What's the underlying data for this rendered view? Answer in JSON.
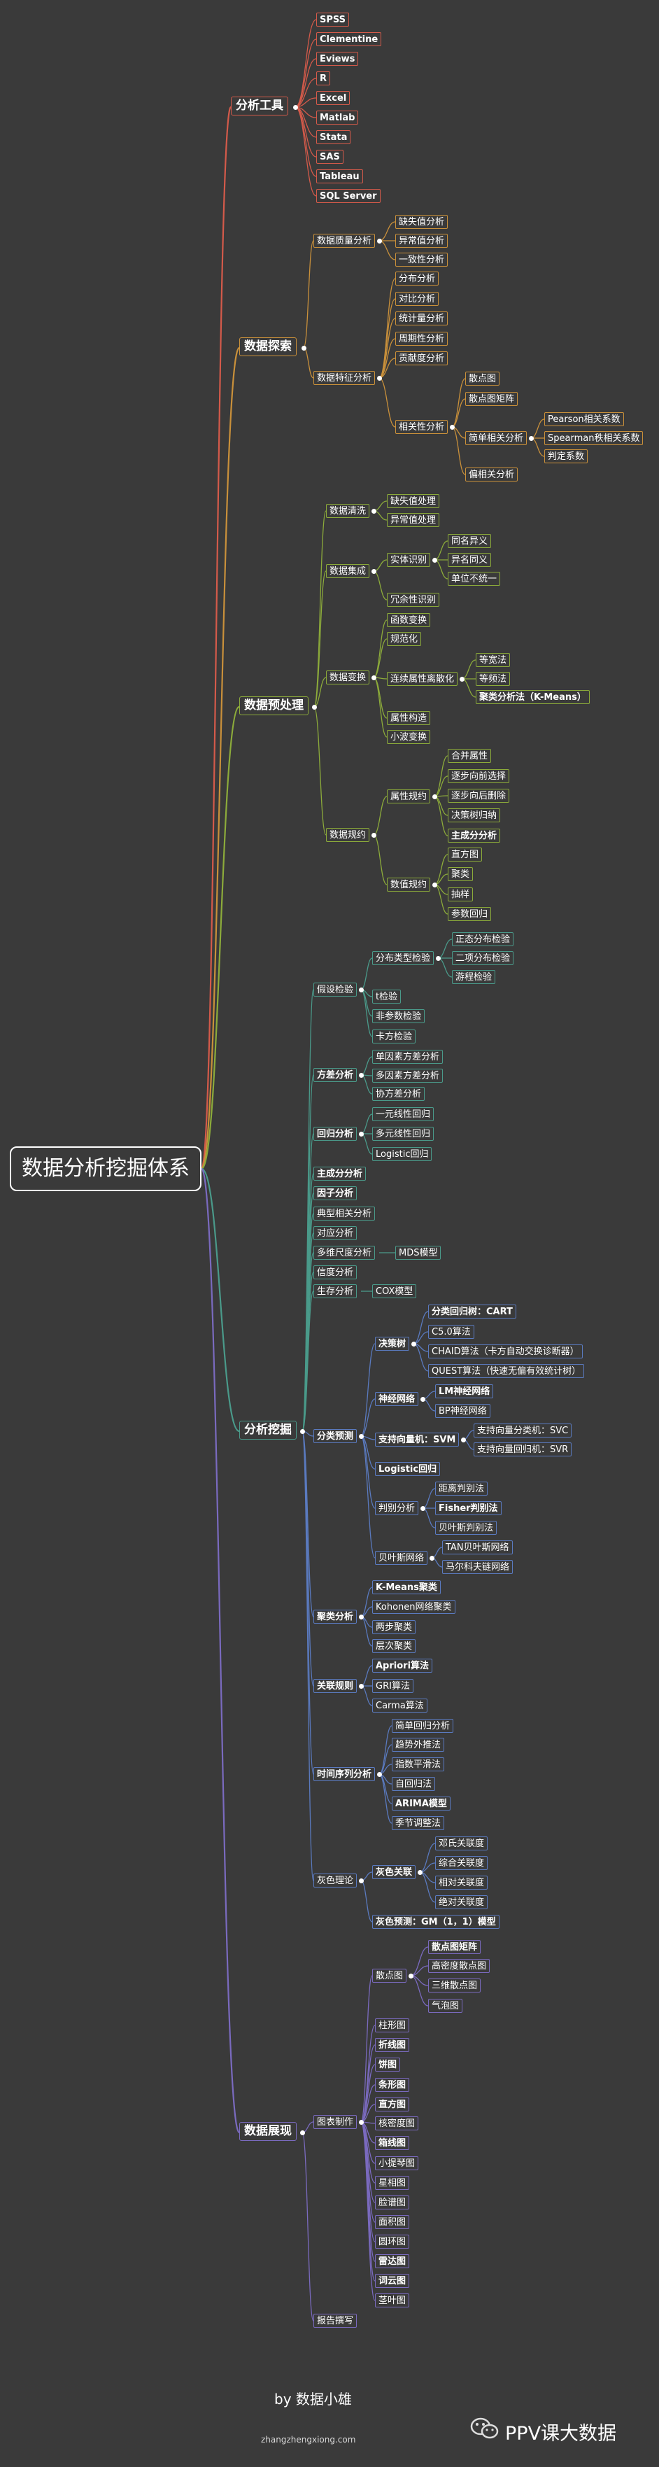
{
  "root": "数据分析挖掘体系",
  "colors": {
    "background": "#3a3a3a",
    "tools": "#d45a4a",
    "explore": "#c9903a",
    "prep": "#8cab3a",
    "mining": "#4a9a8a",
    "mining_lower": "#5a7abf",
    "display": "#7a6abf"
  },
  "tools": {
    "label": "分析工具",
    "items": [
      "SPSS",
      "Clementine",
      "Eviews",
      "R",
      "Excel",
      "Matlab",
      "Stata",
      "SAS",
      "Tableau",
      "SQL Server"
    ]
  },
  "explore": {
    "label": "数据探索",
    "quality": {
      "label": "数据质量分析",
      "items": [
        "缺失值分析",
        "异常值分析",
        "一致性分析"
      ]
    },
    "feature": {
      "label": "数据特征分析",
      "items": [
        "分布分析",
        "对比分析",
        "统计量分析",
        "周期性分析",
        "贡献度分析"
      ],
      "corr": {
        "label": "相关性分析",
        "scatter": "散点图",
        "matrix": "散点图矩阵",
        "simple": {
          "label": "简单相关分析",
          "items": [
            "Pearson相关系数",
            "Spearman秩相关系数",
            "判定系数"
          ]
        },
        "partial": "偏相关分析"
      }
    }
  },
  "prep": {
    "label": "数据预处理",
    "clean": {
      "label": "数据清洗",
      "items": [
        "缺失值处理",
        "异常值处理"
      ]
    },
    "integrate": {
      "label": "数据集成",
      "entity": {
        "label": "实体识别",
        "items": [
          "同名异义",
          "异名同义",
          "单位不统一"
        ]
      },
      "redundancy": "冗余性识别"
    },
    "transform": {
      "label": "数据变换",
      "items1": [
        "函数变换",
        "规范化"
      ],
      "discretize": {
        "label": "连续属性离散化",
        "items": [
          "等宽法",
          "等频法",
          "聚类分析法（K-Means）"
        ]
      },
      "items2": [
        "属性构造",
        "小波变换"
      ]
    },
    "reduce": {
      "label": "数据规约",
      "attr": {
        "label": "属性规约",
        "items": [
          "合并属性",
          "逐步向前选择",
          "逐步向后删除",
          "决策树归纳",
          "主成分分析"
        ]
      },
      "num": {
        "label": "数值规约",
        "items": [
          "直方图",
          "聚类",
          "抽样",
          "参数回归"
        ]
      }
    }
  },
  "mining": {
    "label": "分析挖掘",
    "hypothesis": {
      "label": "假设检验",
      "dist": {
        "label": "分布类型检验",
        "items": [
          "正态分布检验",
          "二项分布检验",
          "游程检验"
        ]
      },
      "items": [
        "t检验",
        "非参数检验",
        "卡方检验"
      ]
    },
    "anova": {
      "label": "方差分析",
      "items": [
        "单因素方差分析",
        "多因素方差分析",
        "协方差分析"
      ]
    },
    "regression": {
      "label": "回归分析",
      "items": [
        "一元线性回归",
        "多元线性回归",
        "Logistic回归"
      ]
    },
    "singles": [
      "主成分分析",
      "因子分析",
      "典型相关分析",
      "对应分析"
    ],
    "mds": {
      "label": "多维尺度分析",
      "item": "MDS模型"
    },
    "reliability": "信度分析",
    "survival": {
      "label": "生存分析",
      "item": "COX模型"
    },
    "classification": {
      "label": "分类预测",
      "tree": {
        "label": "决策树",
        "items": [
          "分类回归树：CART",
          "C5.0算法",
          "CHAID算法（卡方自动交换诊断器）",
          "QUEST算法（快速无偏有效统计树）"
        ]
      },
      "nn": {
        "label": "神经网络",
        "items": [
          "LM神经网络",
          "BP神经网络"
        ]
      },
      "svm": {
        "label": "支持向量机：SVM",
        "items": [
          "支持向量分类机：SVC",
          "支持向量回归机：SVR"
        ]
      },
      "logistic": "Logistic回归",
      "discriminant": {
        "label": "判别分析",
        "items": [
          "距离判别法",
          "Fisher判别法",
          "贝叶斯判别法"
        ]
      },
      "bayes": {
        "label": "贝叶斯网络",
        "items": [
          "TAN贝叶斯网络",
          "马尔科夫链网络"
        ]
      }
    },
    "cluster": {
      "label": "聚类分析",
      "items": [
        "K-Means聚类",
        "Kohonen网络聚类",
        "两步聚类",
        "层次聚类"
      ]
    },
    "association": {
      "label": "关联规则",
      "items": [
        "Apriori算法",
        "GRI算法",
        "Carma算法"
      ]
    },
    "timeseries": {
      "label": "时间序列分析",
      "items": [
        "简单回归分析",
        "趋势外推法",
        "指数平滑法",
        "自回归法",
        "ARIMA模型",
        "季节调整法"
      ]
    },
    "grey": {
      "label": "灰色理论",
      "relation": {
        "label": "灰色关联",
        "items": [
          "邓氏关联度",
          "综合关联度",
          "相对关联度",
          "绝对关联度"
        ]
      },
      "gm": "灰色预测：GM（1，1）模型"
    }
  },
  "display": {
    "label": "数据展现",
    "charts": {
      "label": "图表制作",
      "scatter": {
        "label": "散点图",
        "items": [
          "散点图矩阵",
          "高密度散点图",
          "三维散点图",
          "气泡图"
        ]
      },
      "items": [
        "柱形图",
        "折线图",
        "饼图",
        "条形图",
        "直方图",
        "核密度图",
        "箱线图",
        "小提琴图",
        "星相图",
        "脸谱图",
        "面积图",
        "圆环图",
        "雷达图",
        "词云图",
        "茎叶图"
      ]
    },
    "report": "报告撰写"
  },
  "footer": {
    "by": "by 数据小雄",
    "url": "zhangzhengxiong.com",
    "brand": "PPV课大数据"
  }
}
